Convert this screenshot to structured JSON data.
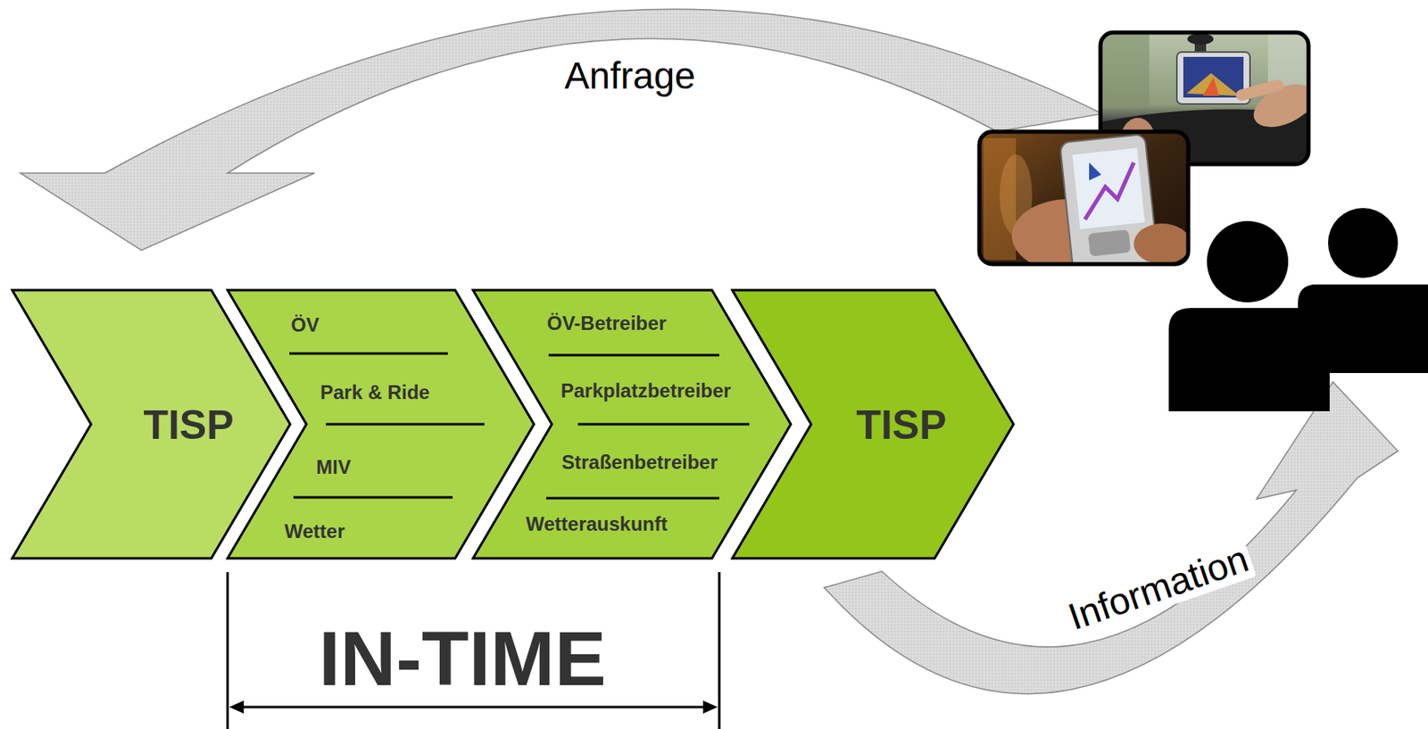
{
  "diagram": {
    "nodes": [
      {
        "text": [
          "TISP"
        ]
      },
      {
        "text": [
          "ÖV",
          "Park & Ride",
          "MIV",
          "Wetter"
        ]
      },
      {
        "text": [
          "ÖV-Betreiber",
          "Parkplatzbetreiber",
          "Straßenbetreiber",
          "Wetterauskunft"
        ]
      },
      {
        "text": [
          "TISP"
        ]
      }
    ],
    "labels": [
      "Anfrage",
      "Information",
      "IN-TIME"
    ]
  }
}
